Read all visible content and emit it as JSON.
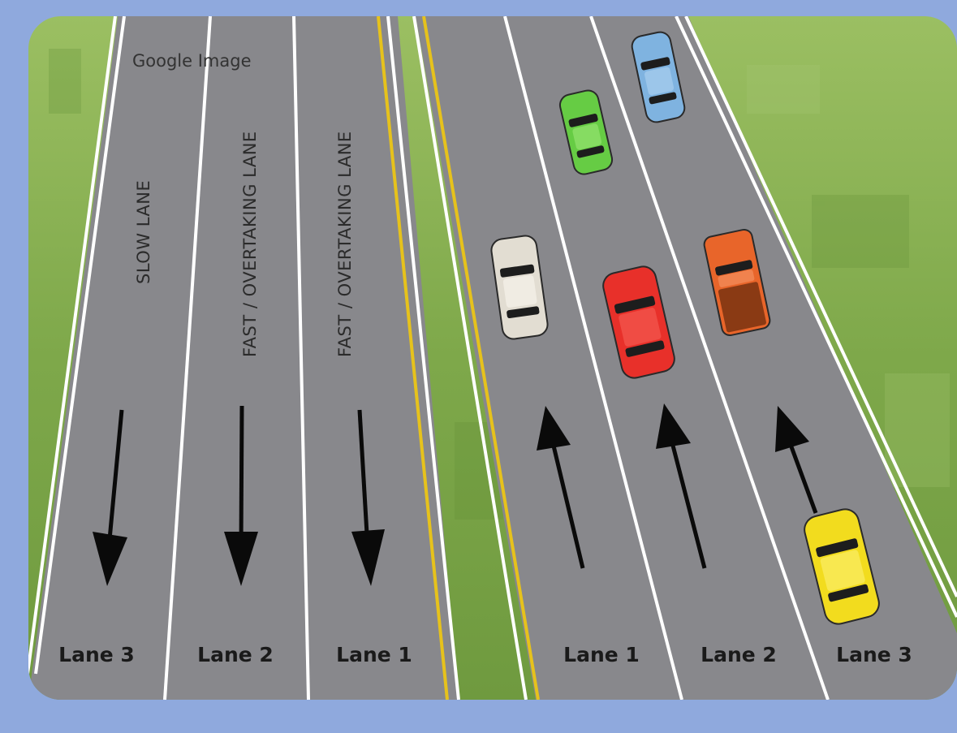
{
  "watermark": "Google Image",
  "colors": {
    "background": "#8fa9dd",
    "grass": "#7fa84a",
    "road": "#8a8a8e",
    "white_line": "#ffffff",
    "yellow_line": "#e6c21c",
    "arrow": "#0a0a0a"
  },
  "left_carriageway": {
    "direction": "down",
    "lane_names": [
      "SLOW LANE",
      "FAST / OVERTAKING LANE",
      "FAST / OVERTAKING LANE"
    ],
    "lane_labels": [
      "Lane 3",
      "Lane 2",
      "Lane 1"
    ]
  },
  "right_carriageway": {
    "direction": "up",
    "lane_labels": [
      "Lane 1",
      "Lane 2",
      "Lane 3"
    ]
  },
  "cars": [
    {
      "name": "blue-car",
      "color": "#7fb3e0",
      "lane": "right-lane-3"
    },
    {
      "name": "green-car",
      "color": "#66cc44",
      "lane": "right-lane-2"
    },
    {
      "name": "white-car",
      "color": "#e2ddd2",
      "lane": "right-lane-1"
    },
    {
      "name": "red-car",
      "color": "#e8302a",
      "lane": "right-lane-2"
    },
    {
      "name": "orange-pickup-truck",
      "color": "#e8652a",
      "lane": "right-lane-3"
    },
    {
      "name": "yellow-car",
      "color": "#f2dc1e",
      "lane": "right-lane-3"
    }
  ]
}
